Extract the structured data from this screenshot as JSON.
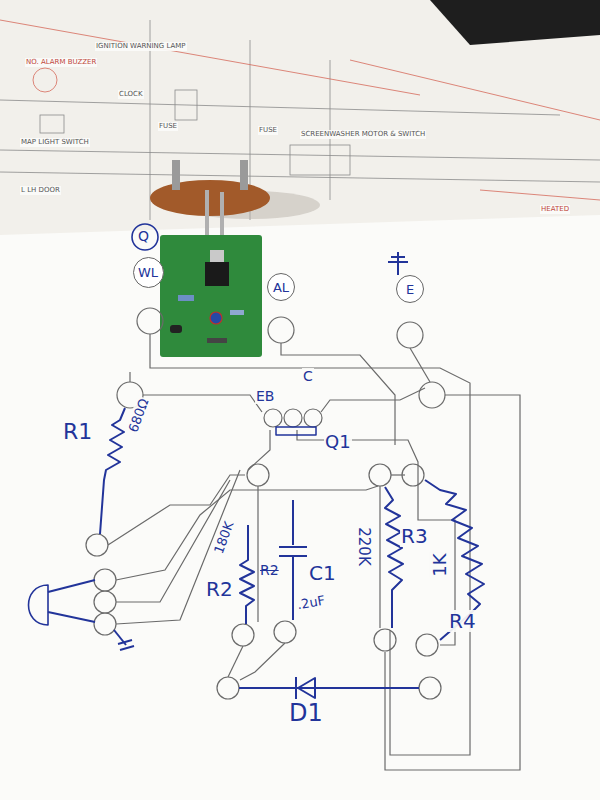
{
  "diagram": {
    "nodes": [
      {
        "text": [
          "WL"
        ]
      },
      {
        "text": [
          "AL"
        ]
      },
      {
        "text": [
          "E"
        ]
      }
    ],
    "labels": [
      "Q",
      "680Ω",
      "R1",
      "180K",
      "R2",
      "R2",
      "C1",
      ".2uF",
      "220K",
      "R3",
      "1K",
      "R4",
      "D1",
      "Q1",
      "EB",
      "C",
      "MAP LIGHT SWITCH",
      "CLOCK",
      "FUSE",
      "FUSE",
      "L LH DOOR",
      "SCREENWASHER MOTOR & SWITCH",
      "IGNITION WARNING LAMP",
      "NO. ALARM BUZZER",
      "HEATED"
    ]
  }
}
